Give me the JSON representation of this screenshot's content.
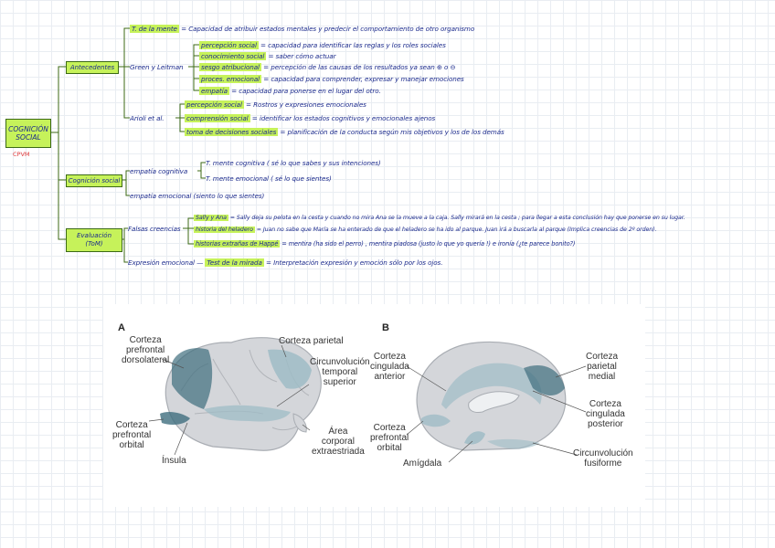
{
  "root": {
    "line1": "COGNICIÓN",
    "line2": "SOCIAL",
    "tag": "CPVM"
  },
  "antecedentes": {
    "label": "Antecedentes",
    "teoria_mente": {
      "key": "T. de la mente",
      "text": "Capacidad de atribuir estados mentales y predecir el comportamiento de otro organismo"
    },
    "green": {
      "label": "Green y Leitman",
      "items": [
        {
          "key": "percepción social",
          "text": "capacidad para identificar las reglas y los roles sociales"
        },
        {
          "key": "conocimiento social",
          "text": "saber cómo actuar"
        },
        {
          "key": "sesgo atribucional",
          "text": "percepción de las causas de los resultados ya sean ⊕ o ⊖"
        },
        {
          "key": "proces. emocional",
          "text": "capacidad para comprender, expresar y manejar emociones"
        },
        {
          "key": "empatía",
          "text": "capacidad para ponerse en el lugar del otro."
        }
      ]
    },
    "arioli": {
      "label": "Arioli et al.",
      "items": [
        {
          "key": "percepción social",
          "text": "Rostros y expresiones emocionales"
        },
        {
          "key": "comprensión social",
          "text": "identificar los estados cognitivos y emocionales ajenos"
        },
        {
          "key": "toma de decisiones sociales",
          "text": "planificación de la conducta según mis objetivos y los de los demás"
        }
      ]
    }
  },
  "cognicion": {
    "label": "Cognición social",
    "empatia_cognitiva": "empatía cognitiva",
    "tm_cognitiva": "T. mente cognitiva ( sé lo que sabes y sus intenciones)",
    "tm_emocional": "T. mente emocional ( sé lo que sientes)",
    "empatia_emocional": "empatía emocional (siento lo que sientes)"
  },
  "evaluacion": {
    "label1": "Evaluación",
    "label2": "(ToM)",
    "falsas": {
      "label": "Falsas creencias",
      "items": [
        {
          "key": "Sally y Ana",
          "text": "Sally deja su pelota en la cesta y cuando no mira Ana se la mueve a la caja. Sally mirará en la cesta ; para llegar a esta conclusión hay que ponerse en su lugar."
        },
        {
          "key": "historia del heladero",
          "text": "Juan no sabe que María se ha enterado de que el heladero se ha ido al parque. Juan irá a buscarla al parque (Implica creencias de 2º orden)."
        },
        {
          "key": "historias extrañas de Happé",
          "text": "mentira (ha sido el perro) , mentira piadosa (justo lo que yo quería !) e ironía (¿te parece bonito?)"
        }
      ]
    },
    "expresion": {
      "key": "Expresión emocional",
      "test": "Test de la mirada",
      "text": "Interpretación expresión y emoción sólo por los ojos."
    }
  },
  "figure": {
    "panel_a": "A",
    "panel_b": "B",
    "a_labels": {
      "dlpfc": [
        "Corteza",
        "prefrontal",
        "dorsolateral"
      ],
      "parietal": [
        "Corteza parietal"
      ],
      "temporal": [
        "Circunvolución",
        "temporal",
        "superior"
      ],
      "orbital": [
        "Corteza",
        "prefrontal",
        "orbital"
      ],
      "insula": [
        "Ínsula"
      ],
      "extrastriate": [
        "Área",
        "corporal",
        "extraestriada"
      ]
    },
    "b_labels": {
      "cingulate_ant": [
        "Corteza",
        "cingulada",
        "anterior"
      ],
      "orbital": [
        "Corteza",
        "prefrontal",
        "orbital"
      ],
      "amigdala": [
        "Amígdala"
      ],
      "parietal_medial": [
        "Corteza",
        "parietal",
        "medial"
      ],
      "cingulate_post": [
        "Corteza",
        "cingulada",
        "posterior"
      ],
      "fusiform": [
        "Circunvolución",
        "fusiforme"
      ]
    },
    "colors": {
      "region": "#3f6e7e",
      "region_light": "#9fbcc6",
      "brain": "#d4d6da",
      "brain_dark": "#a9adb3"
    }
  }
}
